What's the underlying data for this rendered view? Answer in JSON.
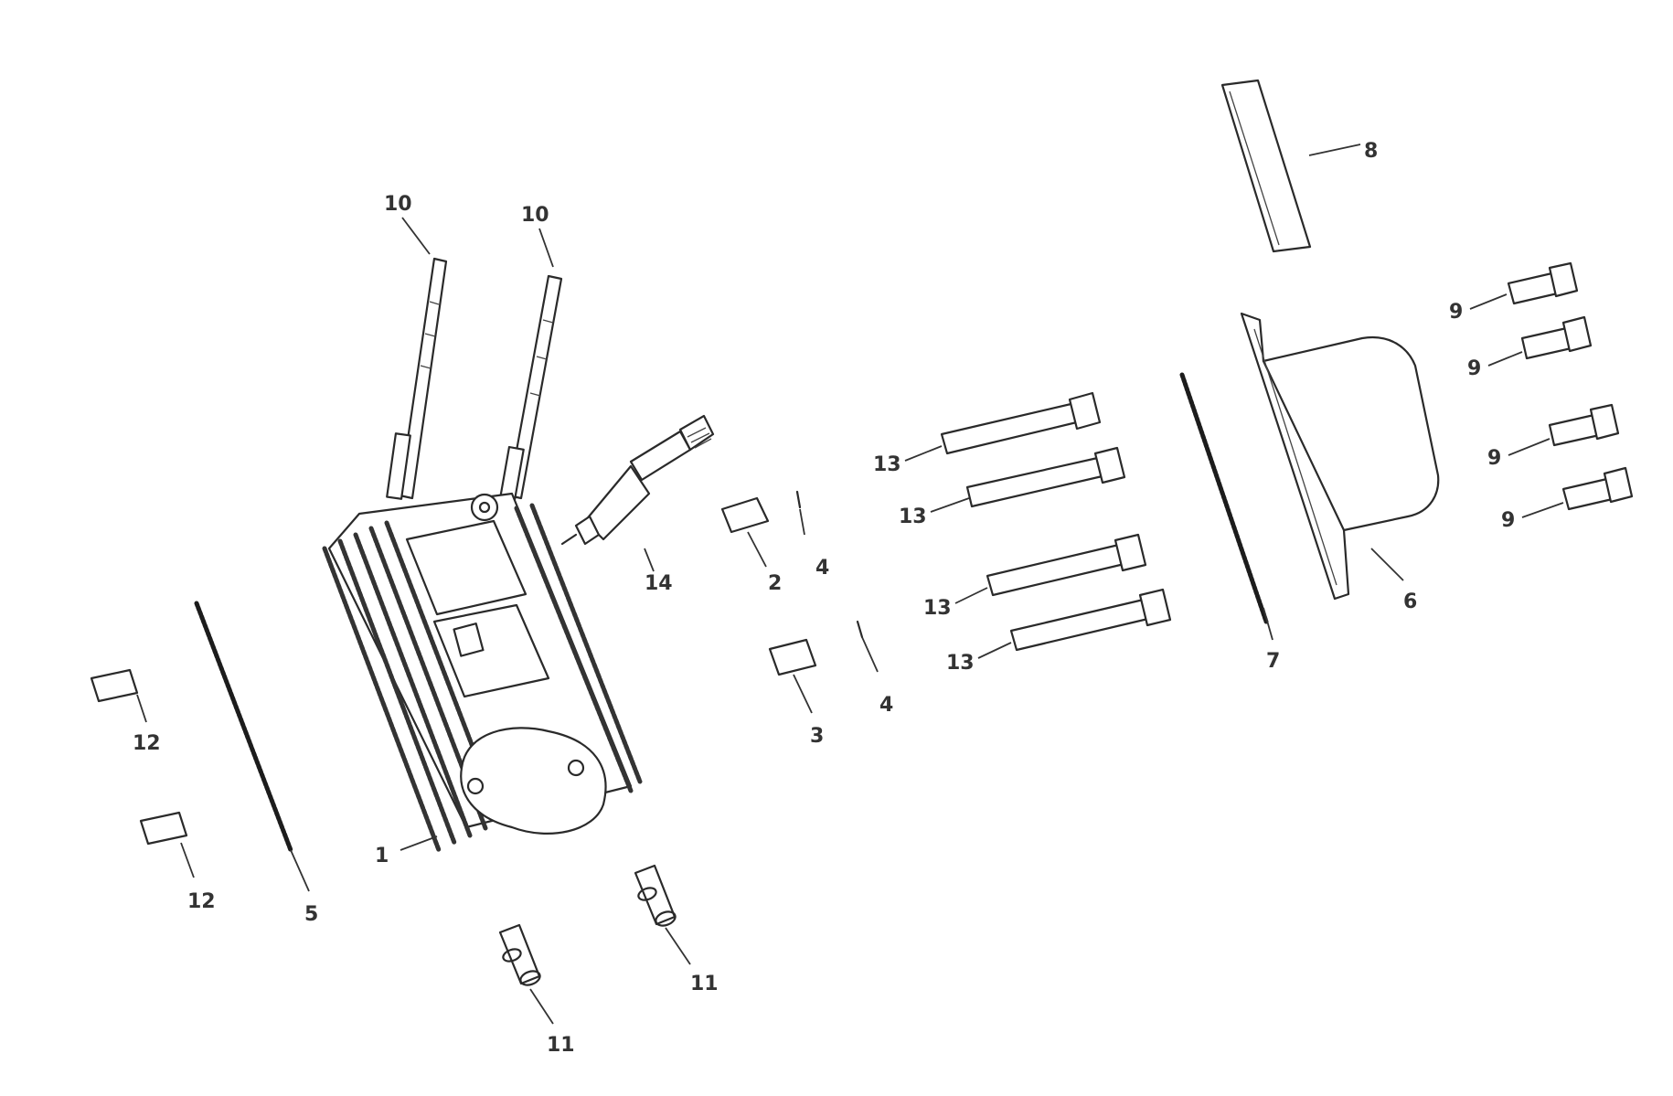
{
  "callouts": {
    "c1": "1",
    "c2": "2",
    "c3": "3",
    "c4a": "4",
    "c4b": "4",
    "c5": "5",
    "c6": "6",
    "c7": "7",
    "c8": "8",
    "c9a": "9",
    "c9b": "9",
    "c9c": "9",
    "c9d": "9",
    "c10a": "10",
    "c10b": "10",
    "c11a": "11",
    "c11b": "11",
    "c12a": "12",
    "c12b": "12",
    "c13a": "13",
    "c13b": "13",
    "c13c": "13",
    "c13d": "13",
    "c14": "14"
  }
}
